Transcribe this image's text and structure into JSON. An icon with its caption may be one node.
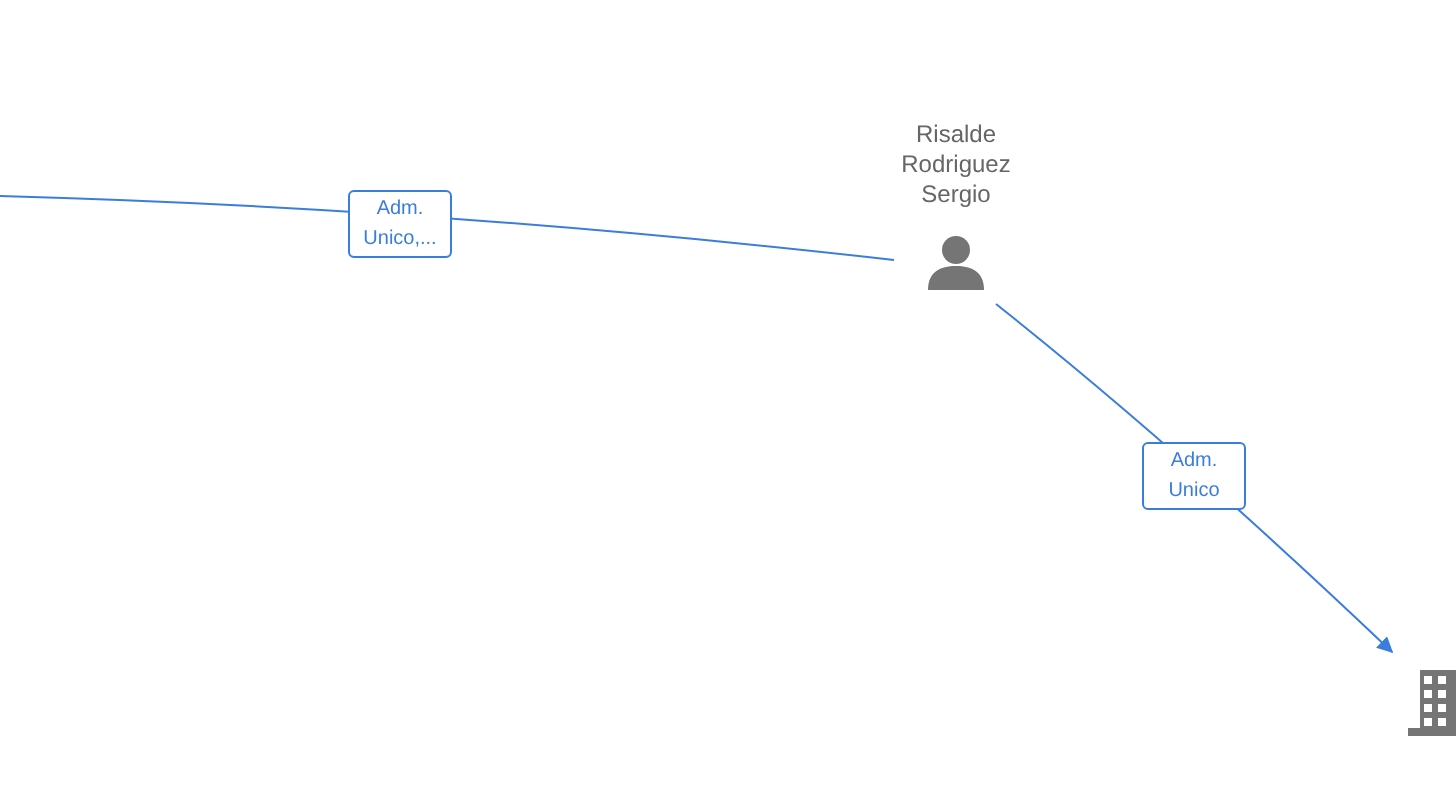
{
  "diagram": {
    "nodes": [
      {
        "text": [
          "Risalde Rodriguez Sergio"
        ]
      },
      {
        "text": [],
        "shape": "building"
      }
    ],
    "edges": [
      {
        "from": null,
        "to": 0,
        "arrow": "none",
        "label": "Adm. Unico,..."
      },
      {
        "from": 0,
        "to": 1,
        "arrow": "to",
        "label": "Adm. Unico"
      }
    ]
  }
}
